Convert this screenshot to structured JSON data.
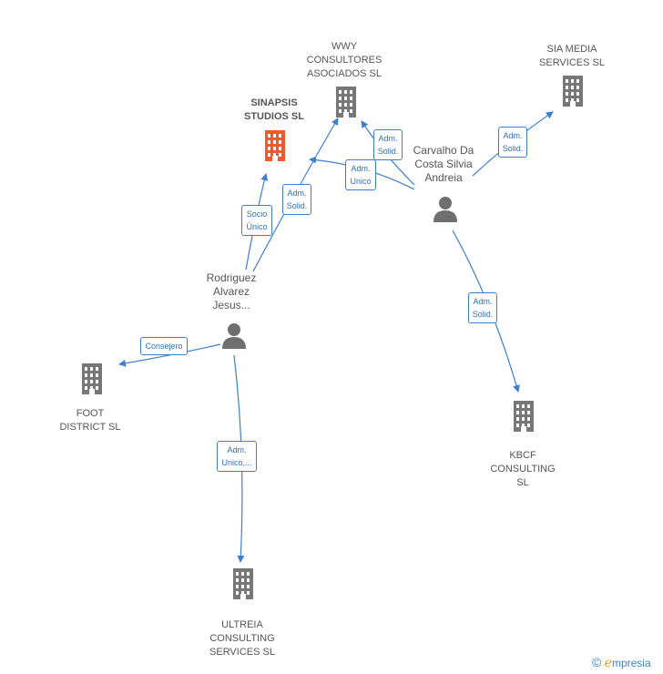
{
  "colors": {
    "edge": "#3d7fcf",
    "company": "#777777",
    "company_highlight": "#f05a28",
    "person": "#6f6f6f"
  },
  "companies": [
    {
      "id": "wwy",
      "label": "WWY\nCONSULTORES\nASOCIADOS  SL",
      "icon": "building-icon",
      "highlight": false
    },
    {
      "id": "sinapsis",
      "label": "SINAPSIS\nSTUDIOS  SL",
      "icon": "building-icon",
      "highlight": true
    },
    {
      "id": "sia",
      "label": "SIA MEDIA\nSERVICES  SL",
      "icon": "building-icon",
      "highlight": false
    },
    {
      "id": "foot",
      "label": "FOOT\nDISTRICT SL",
      "icon": "building-icon",
      "highlight": false
    },
    {
      "id": "kbcf",
      "label": "KBCF\nCONSULTING\nSL",
      "icon": "building-icon",
      "highlight": false
    },
    {
      "id": "ultreia",
      "label": "ULTREIA\nCONSULTING\nSERVICES  SL",
      "icon": "building-icon",
      "highlight": false
    }
  ],
  "persons": [
    {
      "id": "carvalho",
      "label": "Carvalho Da\nCosta Silvia\nAndreia",
      "icon": "person-icon"
    },
    {
      "id": "rodriguez",
      "label": "Rodriguez\nAlvarez\nJesus...",
      "icon": "person-icon"
    }
  ],
  "edges": [
    {
      "from": "carvalho",
      "to": "wwy",
      "label": "Adm.\nSolid."
    },
    {
      "from": "carvalho",
      "to": "sinapsis",
      "label": "Adm.\nUnico"
    },
    {
      "from": "carvalho",
      "to": "sia",
      "label": "Adm.\nSolid."
    },
    {
      "from": "carvalho",
      "to": "kbcf",
      "label": "Adm.\nSolid."
    },
    {
      "from": "rodriguez",
      "to": "sinapsis",
      "label": "Socio\nÚnico"
    },
    {
      "from": "rodriguez",
      "to": "wwy",
      "label": "Adm.\nSolid."
    },
    {
      "from": "rodriguez",
      "to": "foot",
      "label": "Consejero"
    },
    {
      "from": "rodriguez",
      "to": "ultreia",
      "label": "Adm.\nUnico,..."
    }
  ],
  "brand": {
    "copyright": "©",
    "e": "e",
    "rest": "mpresia"
  }
}
